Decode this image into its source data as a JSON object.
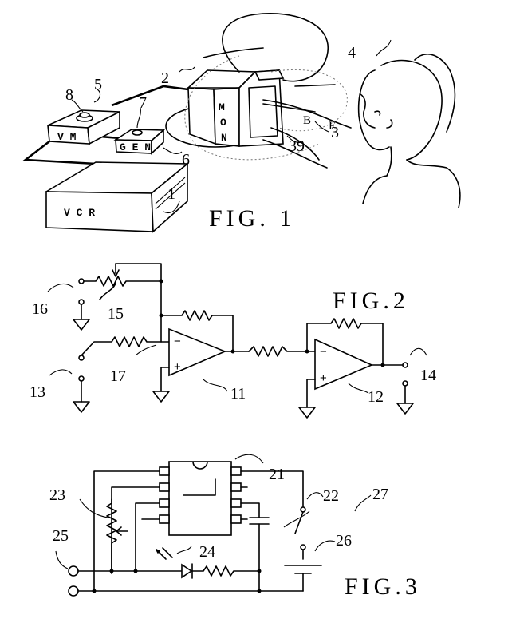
{
  "fig1": {
    "caption": "FIG. 1",
    "vcr_label": "V C R",
    "vm_label": "V M",
    "gen_label": "G E N",
    "mon_letters": [
      "M",
      "O",
      "N"
    ],
    "callouts": [
      "1",
      "2",
      "3",
      "4",
      "5",
      "6",
      "7",
      "8",
      "39"
    ],
    "field_labels": [
      "B",
      "E"
    ]
  },
  "fig2": {
    "caption": "FIG.2",
    "callouts": [
      "11",
      "12",
      "13",
      "14",
      "15",
      "16",
      "17"
    ],
    "opamp_signs": [
      "−",
      "+"
    ]
  },
  "fig3": {
    "caption": "FIG.3",
    "callouts": [
      "21",
      "22",
      "23",
      "24",
      "25",
      "26",
      "27"
    ]
  }
}
